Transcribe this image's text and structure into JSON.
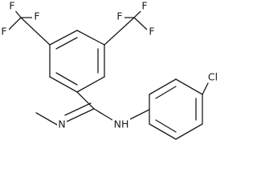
{
  "molecule": {
    "atoms": [
      {
        "id": "F1",
        "label": "F"
      },
      {
        "id": "F2",
        "label": "F"
      },
      {
        "id": "F3",
        "label": "F"
      },
      {
        "id": "F4",
        "label": "F"
      },
      {
        "id": "F5",
        "label": "F"
      },
      {
        "id": "F6",
        "label": "F"
      },
      {
        "id": "N1",
        "label": "N"
      },
      {
        "id": "N2",
        "label": "NH"
      },
      {
        "id": "Cl1",
        "label": "Cl"
      }
    ]
  }
}
